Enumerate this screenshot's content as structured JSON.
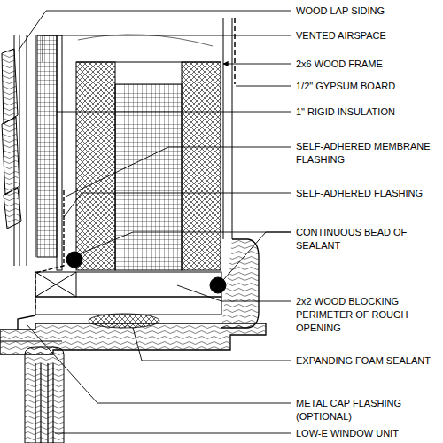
{
  "diagram": {
    "labels": [
      "WOOD LAP SIDING",
      "VENTED AIRSPACE",
      "2x6 WOOD FRAME",
      "1/2\" GYPSUM BOARD",
      "1\" RIGID INSULATION",
      "SELF-ADHERED MEMBRANE FLASHING",
      "SELF-ADHERED FLASHING",
      "CONTINUOUS BEAD OF SEALANT",
      "2x2 WOOD BLOCKING PERIMETER OF ROUGH OPENING",
      "EXPANDING FOAM SEALANT",
      "METAL CAP FLASHING (OPTIONAL)",
      "LOW-E WINDOW UNIT"
    ]
  }
}
